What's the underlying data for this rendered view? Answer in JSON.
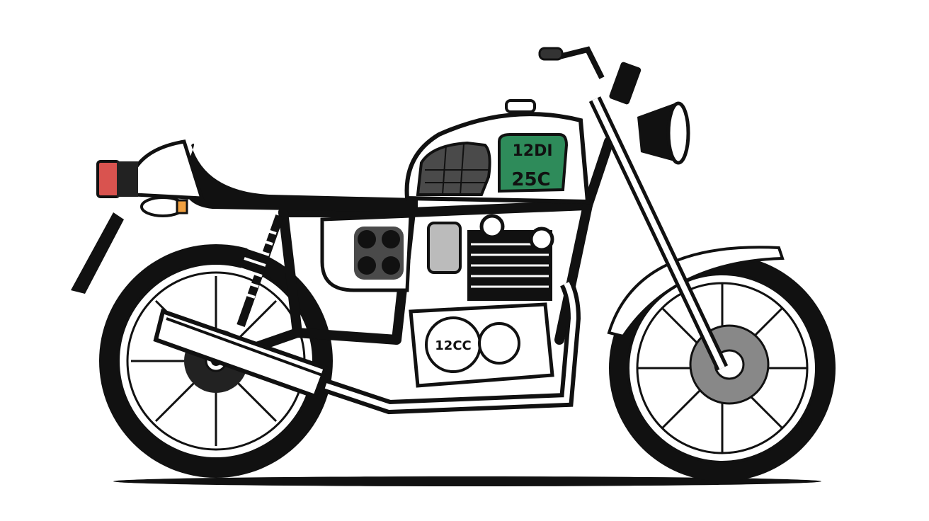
{
  "illustration": {
    "subject": "motorcycle",
    "tank_badge": {
      "line1": "12DI",
      "line2": "25C",
      "color": "#2e8b5a"
    },
    "engine_cover_label": "12CC",
    "colors": {
      "outline": "#111111",
      "body": "#ffffff",
      "grille": "#4a4a4a",
      "taillight": "#d9534f",
      "indicator": "#f0a040"
    }
  }
}
